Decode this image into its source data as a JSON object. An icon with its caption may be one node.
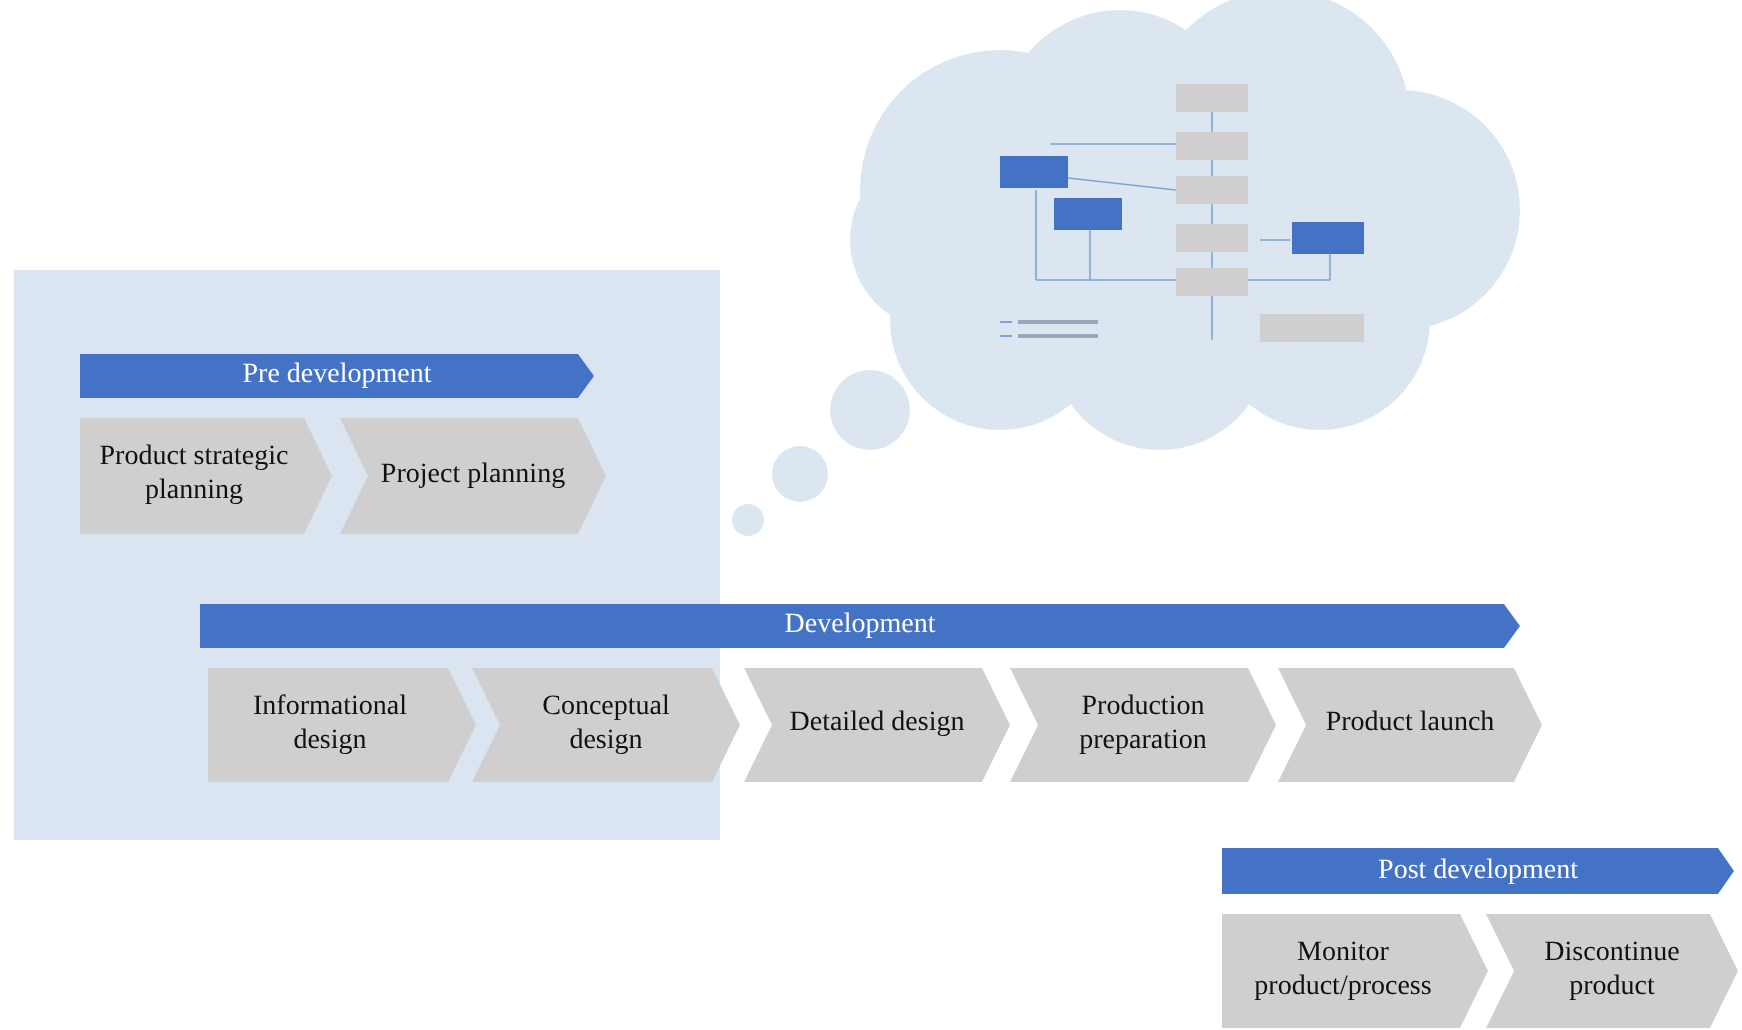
{
  "diagram": {
    "nodes": [
      {
        "text": [
          "Pre development"
        ]
      },
      {
        "text": [
          "Product strategic planning"
        ]
      },
      {
        "text": [
          "Project planning"
        ]
      },
      {
        "text": [
          "Development"
        ]
      },
      {
        "text": [
          "Informational design"
        ]
      },
      {
        "text": [
          "Conceptual design"
        ]
      },
      {
        "text": [
          "Detailed design"
        ]
      },
      {
        "text": [
          "Production preparation"
        ]
      },
      {
        "text": [
          "Product launch"
        ]
      },
      {
        "text": [
          "Post development"
        ]
      },
      {
        "text": [
          "Monitor product/process"
        ]
      },
      {
        "text": [
          "Discontinue product"
        ]
      }
    ]
  }
}
